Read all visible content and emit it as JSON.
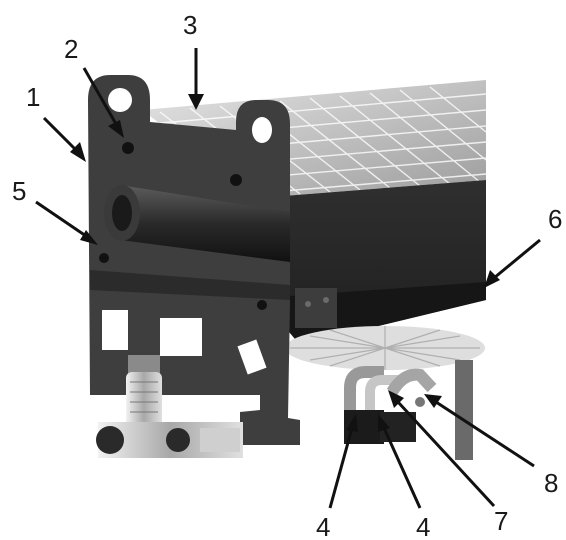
{
  "callouts": [
    {
      "id": "c1",
      "label": "1"
    },
    {
      "id": "c2",
      "label": "2"
    },
    {
      "id": "c3",
      "label": "3"
    },
    {
      "id": "c5",
      "label": "5"
    },
    {
      "id": "c6",
      "label": "6"
    },
    {
      "id": "c8",
      "label": "8"
    },
    {
      "id": "c7",
      "label": "7"
    },
    {
      "id": "c4a",
      "label": "4"
    },
    {
      "id": "c4b",
      "label": "4"
    }
  ],
  "colors": {
    "housing_dark": "#3a3a3a",
    "housing_mid": "#555555",
    "grate_light": "#cfcfcf",
    "metal_light": "#bdbdbd",
    "background": "#ffffff"
  },
  "icons": [
    "burner-assembly-illustration"
  ]
}
